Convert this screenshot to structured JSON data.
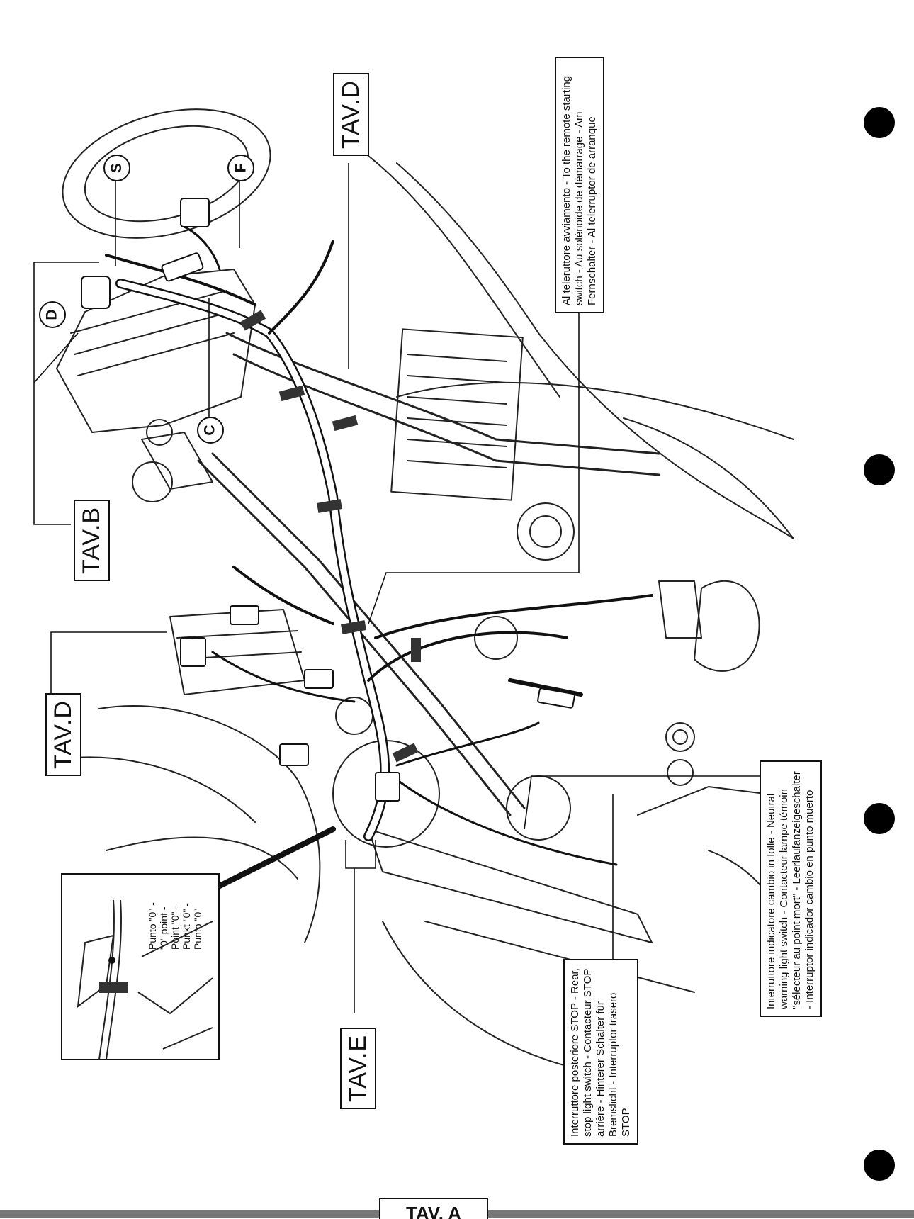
{
  "labels": {
    "tav_d_top": "TAV.D",
    "tav_b": "TAV.B",
    "tav_d_left": "TAV.D",
    "tav_e": "TAV.E"
  },
  "callouts": {
    "s": "S",
    "f": "F",
    "d": "D",
    "c": "C"
  },
  "notes": {
    "remote_starting_switch": "Al teleruttore avviamento - To the remote starting switch - Au solénoide de démarrage - Am Fernschalter - Al telerruptor de arranque",
    "neutral_switch": "Interruttore indicatore cambio in folle - Neutral warning light switch - Contacteur lampe témoin \"sélecteur au point mort\" - Leerlaufanzeigeschalter - Interruptor indicador cambio en punto muerto",
    "rear_stop_switch": "Interruttore posteriore STOP - Rear, stop light switch - Contacteur STOP arrière - Hinterer Schalter für Bremslicht - Interruptor trasero STOP"
  },
  "inset": {
    "line1": "Punto \"0\" -",
    "line2": "\"0\" point -",
    "line3": "Point \"0\" -",
    "line4": "Punkt \"0\" -",
    "line5": "Punto \"0\""
  },
  "footer": {
    "page_tab": "TAV. A"
  }
}
